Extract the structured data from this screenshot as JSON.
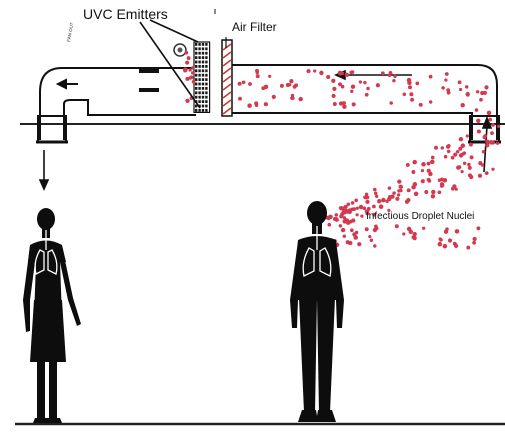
{
  "labels": {
    "uvc": "UVC Emitters",
    "filter": "Air Filter",
    "nuclei": "Infectious Droplet Nuclei",
    "duct_tag": "FAN OUT"
  },
  "colors": {
    "droplet": "#d43a4f",
    "line": "#111111",
    "filter_red": "#c0392b"
  },
  "icons": [
    "flow-arrow-icon",
    "uvc-lamp-icon",
    "air-filter-icon",
    "person-silhouette-icon",
    "droplet-icon"
  ]
}
